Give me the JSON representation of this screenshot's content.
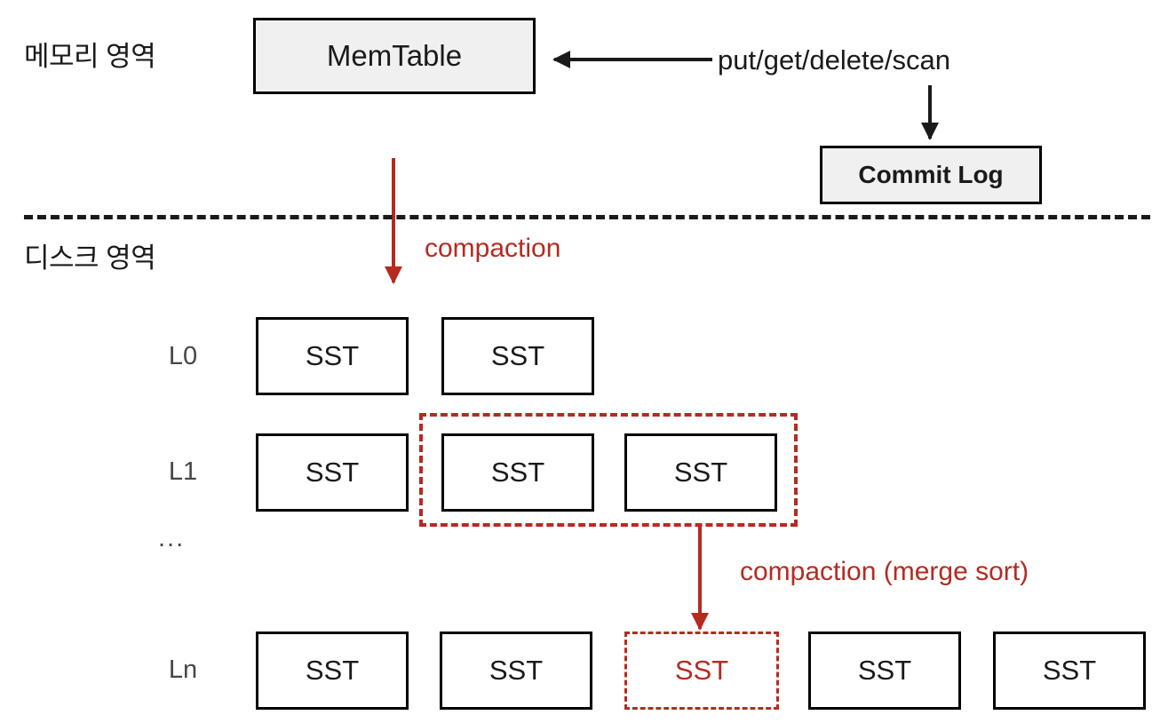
{
  "diagram": {
    "title_regions": {
      "memory": "메모리 영역",
      "disk": "디스크 영역"
    },
    "memtable": {
      "label": "MemTable"
    },
    "commit_log": {
      "label": "Commit Log"
    },
    "api_ops": {
      "label": "put/get/delete/scan"
    },
    "annotations": {
      "compaction": "compaction",
      "compaction_merge_sort": "compaction (merge sort)"
    },
    "levels": [
      {
        "name": "L0",
        "label": "L0",
        "tables": [
          {
            "label": "SST",
            "highlighted": false
          },
          {
            "label": "SST",
            "highlighted": false
          }
        ]
      },
      {
        "name": "L1",
        "label": "L1",
        "tables": [
          {
            "label": "SST",
            "highlighted": false
          },
          {
            "label": "SST",
            "highlighted": false
          },
          {
            "label": "SST",
            "highlighted": false
          }
        ]
      },
      {
        "name": "ellipsis",
        "label": "...",
        "tables": []
      },
      {
        "name": "Ln",
        "label": "Ln",
        "tables": [
          {
            "label": "SST",
            "highlighted": false
          },
          {
            "label": "SST",
            "highlighted": false
          },
          {
            "label": "SST",
            "highlighted": true
          },
          {
            "label": "SST",
            "highlighted": false
          },
          {
            "label": "SST",
            "highlighted": false
          }
        ]
      }
    ],
    "colors": {
      "accent_red": "#b52b20",
      "box_border": "#000000",
      "box_fill": "#f0f0f0",
      "text": "#1a1a1a",
      "label_gray": "#464646"
    }
  }
}
